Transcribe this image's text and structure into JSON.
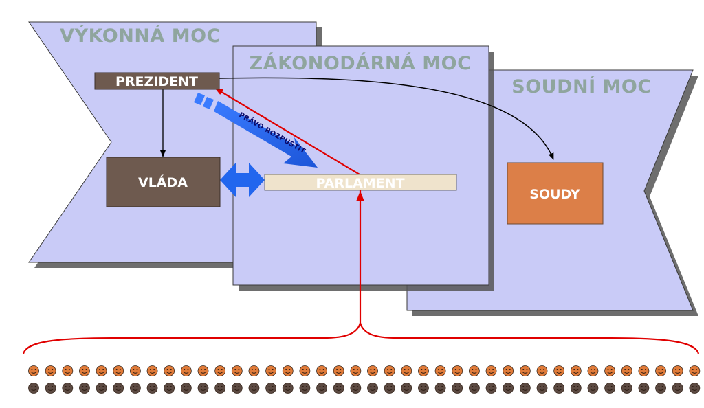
{
  "sections": {
    "executive": "VÝKONNÁ MOC",
    "legislative": "ZÁKONODÁRNÁ MOC",
    "judicial": "SOUDNÍ MOC"
  },
  "boxes": {
    "president": "PREZIDENT",
    "government": "VLÁDA",
    "parliament": "PARLAMENT",
    "courts": "SOUDY"
  },
  "arrow_labels": {
    "dissolve": "PRÁVO ROZPUSTIT"
  },
  "colors": {
    "panel_fill": "#c9cbf7",
    "panel_stroke": "#3a3a3a",
    "shadow": "#555555",
    "section_title": "#8fa59e",
    "president_fill": "#6e5a4f",
    "government_fill": "#6e5a4f",
    "parliament_fill": "#efe3cc",
    "courts_fill": "#dc7f48",
    "red_arrow": "#e00000",
    "blue_arrow": "#2266ee",
    "black_arrow": "#000000",
    "citizen_top": "#e07b39",
    "citizen_bottom": "#5c4a42"
  },
  "citizens": {
    "per_row": 41,
    "rows": 2
  }
}
